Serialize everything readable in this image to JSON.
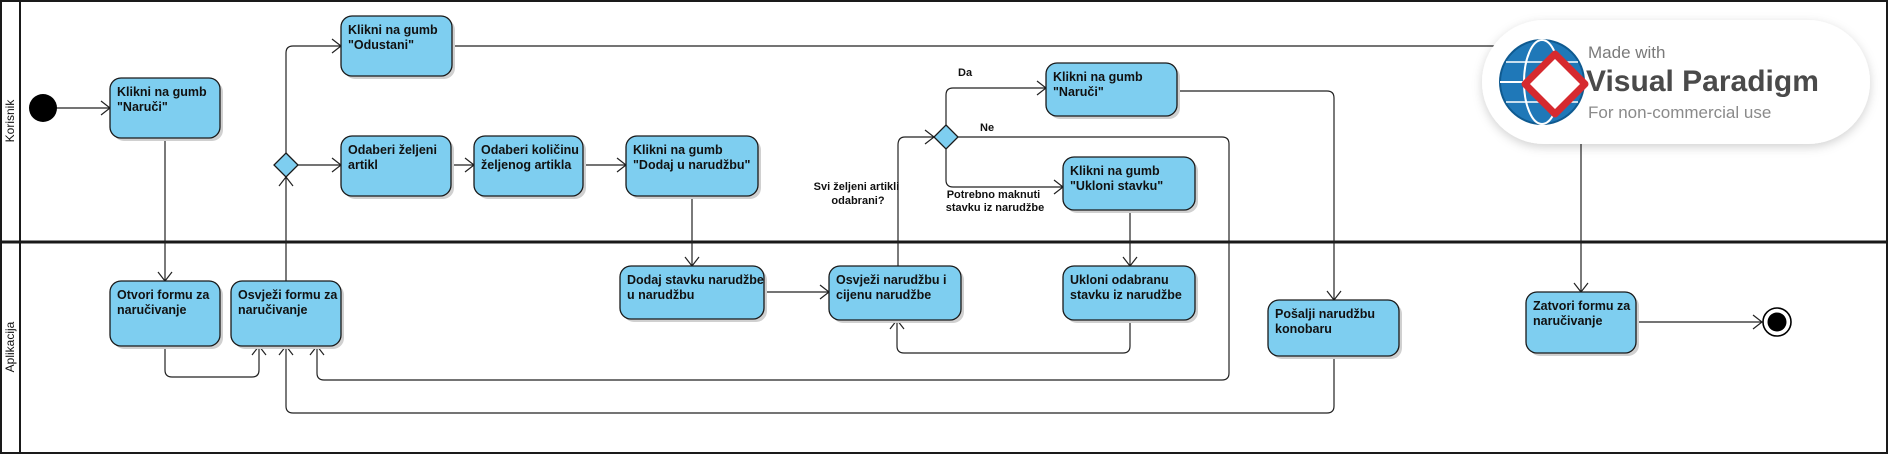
{
  "lanes": [
    {
      "id": "korisnik",
      "label": "Korisnik"
    },
    {
      "id": "aplikacija",
      "label": "Aplikacija"
    }
  ],
  "nodes": {
    "klikni_naruci_1": [
      "Klikni na gumb",
      "\"Naruči\""
    ],
    "klikni_odustani": [
      "Klikni na gumb",
      "\"Odustani\""
    ],
    "odaberi_artikl": [
      "Odaberi željeni",
      "artikl"
    ],
    "odaberi_kolicinu": [
      "Odaberi količinu",
      "željenog artikla"
    ],
    "klikni_dodaj": [
      "Klikni na gumb",
      "\"Dodaj u narudžbu\""
    ],
    "klikni_naruci_2": [
      "Klikni na gumb",
      "\"Naruči\""
    ],
    "klikni_ukloni": [
      "Klikni na gumb",
      "\"Ukloni stavku\""
    ],
    "otvori_formu": [
      "Otvori formu za",
      "naručivanje"
    ],
    "osvjezi_formu": [
      "Osvježi formu za",
      "naručivanje"
    ],
    "dodaj_stavku": [
      "Dodaj stavku narudžbe",
      "u narudžbu"
    ],
    "osvjezi_narudzbu": [
      "Osvježi narudžbu i",
      "cijenu narudžbe"
    ],
    "ukloni_stavku": [
      "Ukloni odabranu",
      "stavku iz narudžbe"
    ],
    "posalji_konobaru": [
      "Pošalji narudžbu",
      "konobaru"
    ],
    "zatvori_formu": [
      "Zatvori formu za",
      "naručivanje"
    ]
  },
  "guards": {
    "question": [
      "Svi željeni artikli",
      "odabrani?"
    ],
    "yes": "Da",
    "no": "Ne",
    "remove": [
      "Potrebno maknuti",
      "stavku iz narudžbe"
    ]
  },
  "watermark": {
    "line1": "Made with",
    "line2": "Visual Paradigm",
    "line3": "For non-commercial use"
  },
  "colors": {
    "node_fill": "#7ecef0",
    "node_stroke": "#1a1a1a",
    "node_shadow": "#d0d0d0",
    "watermark_logo": "#1f78b8",
    "watermark_accent": "#d62a2f"
  }
}
